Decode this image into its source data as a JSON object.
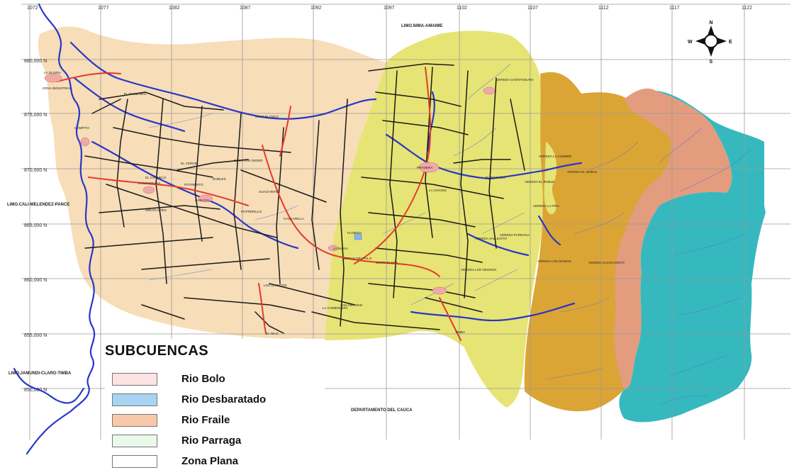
{
  "map": {
    "grid": {
      "x_ticks": [
        "1072",
        "1077",
        "1082",
        "1087",
        "1092",
        "1097",
        "1102",
        "1107",
        "1112",
        "1117",
        "1122"
      ],
      "y_ticks": [
        "880,000 N",
        "875,000 N",
        "870,000 N",
        "865,000 N",
        "860,000 N",
        "855,000 N",
        "850,000 N"
      ]
    },
    "boundaries": {
      "north": "LIMO.NIMA-AMAIME",
      "west": "LIMO.CALI-MELENDEZ-PANCE",
      "southwest": "LIMO.JAMUNDI-CLARO-TIMBA",
      "south": "DEPARTAMENTO DEL CAUCA"
    },
    "places": [
      "LA GLORIA",
      "ZONA INDUSTRIAL",
      "EL CHUZAMAL",
      "CAMPITO",
      "EL CARMELO",
      "CANTARRANA",
      "EL VERGEL",
      "POTRERITO",
      "ROBLES",
      "CABUYAL",
      "BOLO SAN ISIDRO",
      "GUACHINTE",
      "POTRERILLO",
      "CASCARILLA",
      "BOLO BLANCO",
      "MIRAFLORES",
      "LOS LLANITOS",
      "SAN ANTONIO",
      "BOCAS DEL PALO",
      "FLORIDA",
      "LA DIANA",
      "VEREDA CHONTADURO",
      "EL ROSARIO",
      "LA CHAVEZ",
      "VEREDA LA CUMBRE",
      "VEREDA EL ROBLE",
      "VEREDA LA FRIA",
      "VEREDA EL MORAL",
      "VEREDA VALLECITO",
      "VEREDA PARRAGA",
      "VEREDA LOS NEGROS",
      "VEREDA GUAGUARITO",
      "VEREDA LOS MONOS",
      "PRADERA",
      "LA CARBONERA",
      "TIMBA",
      "EL NILO",
      "SANTA ELENA"
    ],
    "compass": {
      "north": "N",
      "south": "S",
      "east": "E",
      "west": "W"
    },
    "colors": {
      "zona_plana": "#f7ddb8",
      "rio_parraga": "#e6e474",
      "rio_fraile": "#dba535",
      "rio_bolo": "#e39c7e",
      "rio_desbaratado": "#35b9be",
      "river": "#2837c8",
      "road": "#e43a2c",
      "track": "#1a1a1a"
    }
  },
  "legend": {
    "title": "SUBCUENCAS",
    "items": [
      {
        "label": "Rio Bolo",
        "color": "#fce2e3"
      },
      {
        "label": "Rio Desbaratado",
        "color": "#a9d3f3"
      },
      {
        "label": "Rio Fraile",
        "color": "#f8c9a8"
      },
      {
        "label": "Rio Parraga",
        "color": "#eaf9e9"
      },
      {
        "label": "Zona Plana",
        "color": "#ffffff"
      }
    ]
  }
}
